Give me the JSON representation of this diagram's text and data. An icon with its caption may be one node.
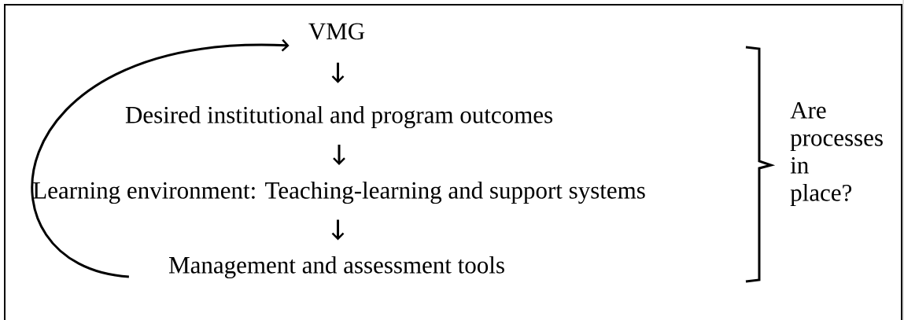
{
  "diagram": {
    "nodes": [
      {
        "text": [
          "VMG"
        ]
      },
      {
        "text": [
          "Desired institutional and program outcomes"
        ]
      },
      {
        "text": [
          "Learning environment: Teaching-learning and support systems"
        ]
      },
      {
        "text": [
          "Management and assessment tools"
        ]
      }
    ],
    "edges": [
      {
        "from": 0,
        "to": 1,
        "arrow": "to"
      },
      {
        "from": 1,
        "to": 2,
        "arrow": "to"
      },
      {
        "from": 2,
        "to": 3,
        "arrow": "to"
      },
      {
        "from": 3,
        "to": 0,
        "arrow": "to"
      }
    ],
    "labels": [
      "Are processes in place?"
    ]
  }
}
